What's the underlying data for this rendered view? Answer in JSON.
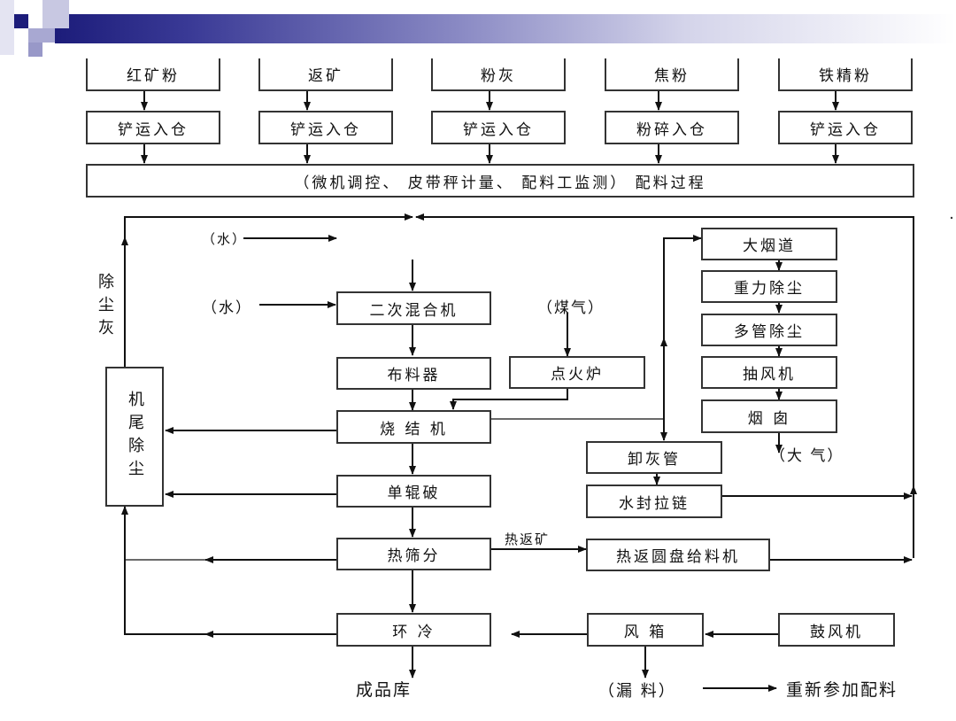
{
  "raw_materials": [
    "红矿粉",
    "返矿",
    "粉灰",
    "焦粉",
    "铁精粉"
  ],
  "storage_steps": [
    "铲运入仓",
    "铲运入仓",
    "铲运入仓",
    "粉碎入仓",
    "铲运入仓"
  ],
  "batching": "（微机调控、 皮带秤计量、 配料工监测） 配料过程",
  "main_line": {
    "secondary_mixer": "二次混合机",
    "distributor": "布料器",
    "sinter_machine": "烧 结 机",
    "single_roll_crusher": "单辊破",
    "hot_screening": "热筛分",
    "ring_cooler": "环    冷",
    "product_storage": "成品库"
  },
  "ignition": {
    "gas_label": "（煤气）",
    "furnace": "点火炉"
  },
  "water_labels": [
    "（水）",
    "（水）"
  ],
  "tail_dust": {
    "box": "机尾除尘",
    "dust_label": "除尘灰"
  },
  "flue_line": {
    "main_flue": "大烟道",
    "gravity_dust": "重力除尘",
    "multi_tube_dust": "多管除尘",
    "exhaust_fan": "抽风机",
    "chimney": "烟  囱",
    "atmosphere": "（大   气）"
  },
  "ash_line": {
    "ash_pipe": "卸灰管",
    "water_seal_chain": "水封拉链"
  },
  "hot_return": {
    "label": "热返矿",
    "feeder": "热返圆盘给料机"
  },
  "air_line": {
    "wind_box": "风  箱",
    "blower": "鼓风机",
    "leak": "（漏  料）",
    "rebatch": "重新参加配料"
  }
}
